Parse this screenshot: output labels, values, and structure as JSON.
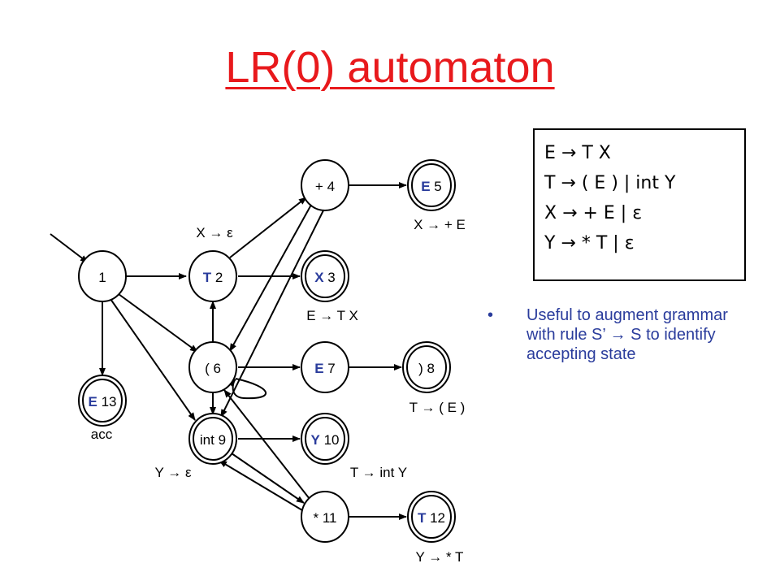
{
  "title": "LR(0) automaton",
  "states": [
    {
      "id": "s1",
      "symbol": "",
      "num": "1"
    },
    {
      "id": "s2",
      "symbol": "T",
      "num": "2"
    },
    {
      "id": "s3",
      "symbol": "X",
      "num": "3"
    },
    {
      "id": "s4",
      "symbol": "+",
      "num": "4"
    },
    {
      "id": "s5",
      "symbol": "E",
      "num": "5"
    },
    {
      "id": "s6",
      "symbol": "(",
      "num": "6"
    },
    {
      "id": "s7",
      "symbol": "E",
      "num": "7"
    },
    {
      "id": "s8",
      "symbol": ")",
      "num": "8"
    },
    {
      "id": "s9",
      "symbol": "int",
      "num": "9"
    },
    {
      "id": "s10",
      "symbol": "Y",
      "num": "10"
    },
    {
      "id": "s11",
      "symbol": "*",
      "num": "11"
    },
    {
      "id": "s12",
      "symbol": "T",
      "num": "12"
    },
    {
      "id": "s13",
      "symbol": "E",
      "num": "13"
    }
  ],
  "reduce_labels": {
    "x_eps": "X → ε",
    "x_plus_e": "X → + E",
    "e_tx": "E → T X",
    "t_paren": "T → ( E )",
    "y_eps": "Y → ε",
    "t_int_y": "T → int Y",
    "y_star_t": "Y → * T",
    "acc": "acc"
  },
  "grammar": [
    "E → T X",
    "T → ( E ) | int Y",
    "X → + E | ε",
    "Y → * T | ε"
  ],
  "note": "Useful to augment grammar with rule S’ → S to identify accepting state",
  "bullet": "•",
  "colors": {
    "title": "#e8191c",
    "highlight": "#2a3c9c",
    "note": "#2a3c9c"
  }
}
